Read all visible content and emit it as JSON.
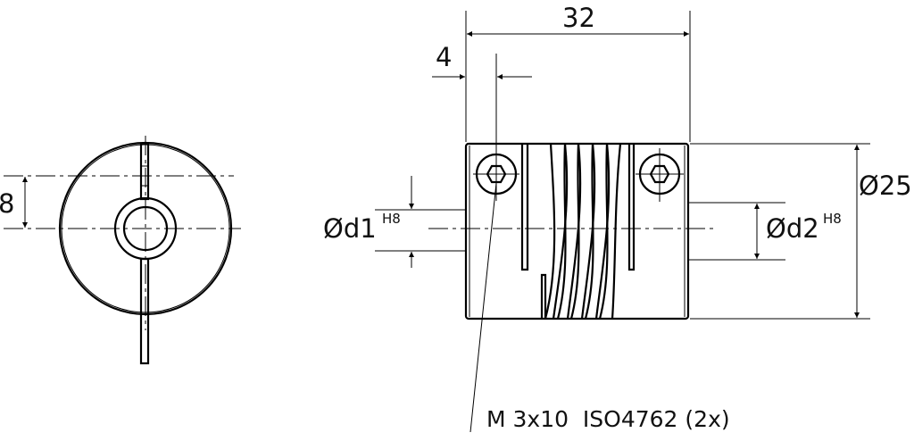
{
  "drawing": {
    "title": "Coupling technical drawing",
    "dimensions": {
      "overall_length": "32",
      "screw_offset": "4",
      "outer_diameter": "Ø25",
      "bore1": "Ød1",
      "bore1_tolerance": "H8",
      "bore2": "Ød2",
      "bore2_tolerance": "H8",
      "side_offset": "8"
    },
    "screw_note": "M 3x10  ISO4762 (2x)",
    "colors": {
      "line": "#000000",
      "background": "#ffffff"
    }
  }
}
